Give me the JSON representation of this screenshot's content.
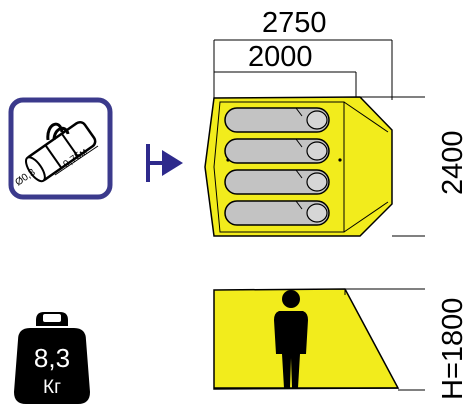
{
  "dimensions": {
    "total_length": "2750",
    "inner_length": "2000",
    "width": "2400",
    "height": "H=1800"
  },
  "pack_icon": {
    "length_label": "0,75м",
    "diameter_label": "Ø0,3"
  },
  "weight_icon": {
    "value": "8,3",
    "unit": "Кг"
  },
  "colors": {
    "tent_yellow": "#f2ec1c",
    "sleeping_bag": "#c3c3c3",
    "icon_border": "#3b3a8c",
    "arrow": "#2e2a8c",
    "ink": "#000000"
  },
  "sleeping_bag_count": 4,
  "icons": [
    "packed-tent-bag-icon",
    "entrance-arrow-icon",
    "person-silhouette-icon",
    "weight-icon"
  ]
}
